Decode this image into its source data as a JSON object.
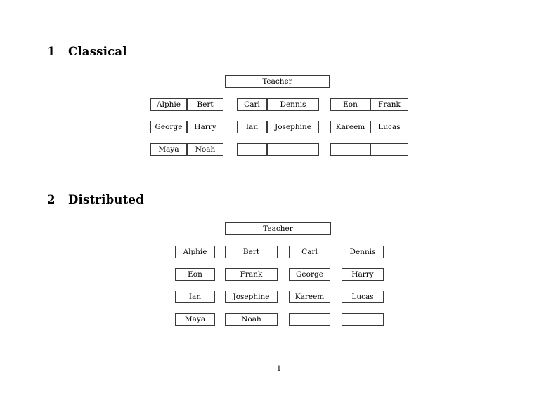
{
  "document": {
    "page_number": "1"
  },
  "sections": [
    {
      "number": "1",
      "title": "Classical",
      "teacher_label": "Teacher",
      "groups": [
        {
          "name": "group-1",
          "rows": [
            {
              "left": "Alphie",
              "right": "Bert"
            },
            {
              "left": "George",
              "right": "Harry"
            },
            {
              "left": "Maya",
              "right": "Noah"
            }
          ]
        },
        {
          "name": "group-2",
          "rows": [
            {
              "left": "Carl",
              "right": "Dennis"
            },
            {
              "left": "Ian",
              "right": "Josephine"
            },
            {
              "left": "",
              "right": ""
            }
          ]
        },
        {
          "name": "group-3",
          "rows": [
            {
              "left": "Eon",
              "right": "Frank"
            },
            {
              "left": "Kareem",
              "right": "Lucas"
            },
            {
              "left": "",
              "right": ""
            }
          ]
        }
      ]
    },
    {
      "number": "2",
      "title": "Distributed",
      "teacher_label": "Teacher",
      "rows": [
        [
          "Alphie",
          "Bert",
          "Carl",
          "Dennis"
        ],
        [
          "Eon",
          "Frank",
          "George",
          "Harry"
        ],
        [
          "Ian",
          "Josephine",
          "Kareem",
          "Lucas"
        ],
        [
          "Maya",
          "Noah",
          "",
          ""
        ]
      ]
    }
  ]
}
